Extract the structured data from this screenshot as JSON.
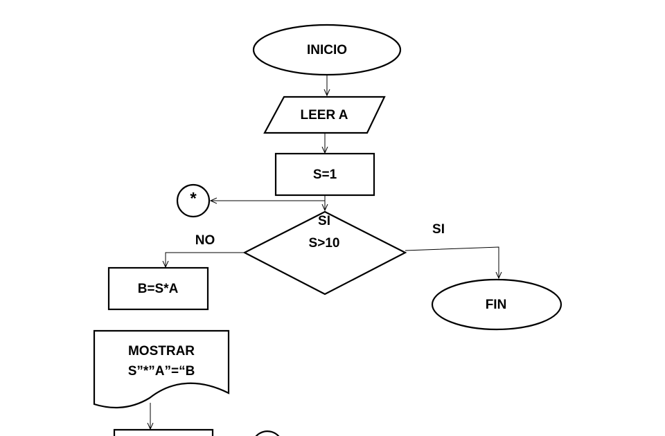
{
  "nodes": {
    "inicio": "INICIO",
    "leer": "LEER A",
    "asignar_s": "S=1",
    "conector": "*",
    "condicion": "S>10",
    "calcular_b": "B=S*A",
    "mostrar_linea1": "MOSTRAR",
    "mostrar_linea2": "S”*”A”=“B",
    "fin": "FIN"
  },
  "edges": {
    "si_superior": "SI",
    "si_derecha": "SI",
    "no_izquierda": "NO"
  },
  "colors": {
    "stroke": "#000000",
    "fill": "#ffffff"
  }
}
